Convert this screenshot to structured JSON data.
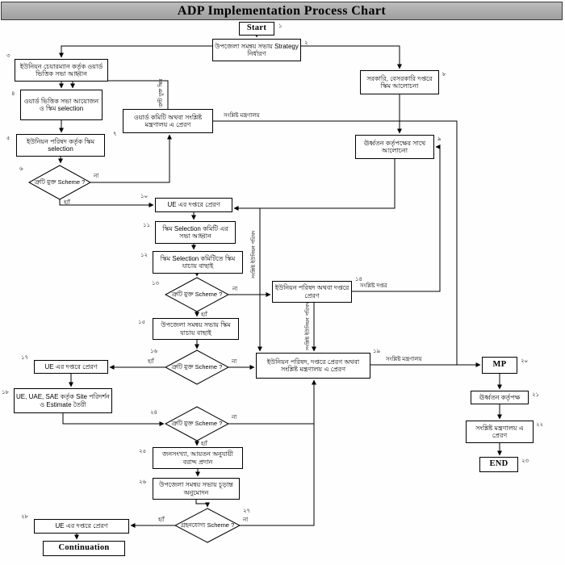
{
  "title": "ADP Implementation Process Chart",
  "colors": {
    "line": "#000000",
    "box_bg": "#ffffff",
    "title_bg": "#a9a9a9"
  },
  "nodes": {
    "start": {
      "label": "Start",
      "num": "১"
    },
    "strategy": {
      "label": "উপজেলা সমন্বয় সভায় Strategy নির্ধারণ",
      "num": "২"
    },
    "chairman_meeting": {
      "label": "ইউনিয়ন চেয়ারম্যান কর্তৃক ওয়ার্ড ভিত্তিক সভা আহ্বান",
      "num": "৩"
    },
    "ward_meeting": {
      "label": "ওয়ার্ড ভিত্তিক সভা আয়োজন ও স্কিম selection",
      "num": "৪"
    },
    "up_selection": {
      "label": "ইউনিয়ন পরিষদ কর্তৃক স্কিম selection",
      "num": "৫"
    },
    "d1": {
      "label": "ত্রুটি মুক্ত Scheme ?",
      "num": "৬"
    },
    "ward_committee": {
      "label": "ওয়ার্ড কমিটি অথবা সংশ্লিষ্ট মন্ত্রণালয় এ প্রেরণ",
      "num": "৭"
    },
    "govt_discussion": {
      "label": "সরকারি, বেসরকারি দপ্তরে স্কিম আলোচনা",
      "num": "৮"
    },
    "higher_discussion": {
      "label": "ঊর্ধ্বতন কর্তৃপক্ষের সাথে আলোচনা",
      "num": "৯"
    },
    "ue_office_1": {
      "label": "UE এর দপ্তরে প্রেরণ",
      "num": "১০"
    },
    "committee_meeting": {
      "label": "স্কিম Selection কমিটি এর সভা আহ্বান",
      "num": "১১"
    },
    "committee_verify": {
      "label": "স্কিম Selection কমিটিতে স্কিম যাচায় বাছাই",
      "num": "১২"
    },
    "d2": {
      "label": "ত্রুটি মুক্ত Scheme ?",
      "num": "১৩"
    },
    "up_or_office": {
      "label": "ইউনিয়ন পরিষদ অথবা দপ্তরে প্রেরণ",
      "num": "১৪"
    },
    "upazila_verify": {
      "label": "উপজেলা সমন্বয় সভায় স্কিম যাচায় বাছাই",
      "num": "১৫"
    },
    "d3": {
      "label": "ত্রুটি মুক্ত Scheme ?",
      "num": "১৬"
    },
    "ue_office_2": {
      "label": "UE এর দপ্তরে প্রেরণ",
      "num": "১৭"
    },
    "site_visit": {
      "label": "UE, UAE, SAE কর্তৃক Site পরিদর্শন ও Estimate তৈরী",
      "num": "১৮"
    },
    "up_office_ministry": {
      "label": "ইউনিয়ন পরিষদ, দপ্তরে প্রেরণ অথবা সংশ্লিষ্ট মন্ত্রণালয় এ প্রেরণ",
      "num": "১৯"
    },
    "mp": {
      "label": "MP",
      "num": "২০"
    },
    "higher_authority": {
      "label": "ঊর্ধ্বতন কর্তৃপক্ষ",
      "num": "২১"
    },
    "ministry_send": {
      "label": "সংশ্লিষ্ট মন্ত্রণালয় এ প্রেরণ",
      "num": "২২"
    },
    "end": {
      "label": "END",
      "num": "২৩"
    },
    "d4": {
      "label": "ত্রুটি মুক্ত Scheme ?",
      "num": "২৪"
    },
    "allocation": {
      "label": "জনসংখ্যা, আয়তন অনুযায়ী বরাদ্দ প্রদান",
      "num": "২৫"
    },
    "final_approval": {
      "label": "উপজেলা সমন্বয় সভায় চূড়ান্ত অনুমোদন",
      "num": "২৬"
    },
    "d5": {
      "label": "গ্রহনযোগ্য Scheme ?",
      "num": "২৭"
    },
    "ue_office_3": {
      "label": "UE এর দপ্তরে প্রেরণ",
      "num": "২৮"
    },
    "continuation": {
      "label": "Continuation"
    }
  },
  "edges": {
    "yes": "হ্যাঁ",
    "no": "না",
    "ministry_1": "সংশ্লিষ্ট মন্ত্রণালয়",
    "office": "সংশ্লিষ্ট দপ্তর",
    "ministry_2": "সংশ্লিষ্ট মন্ত্রণালয়",
    "faulty_scheme": "ত্রুটি যুক্ত স্কিম",
    "related_up_1": "সংশ্লিষ্ট ইউনিয়ন পরিষদ",
    "related_up_2": "সংশ্লিষ্ট ইউনিয়ন পরিষদ"
  }
}
